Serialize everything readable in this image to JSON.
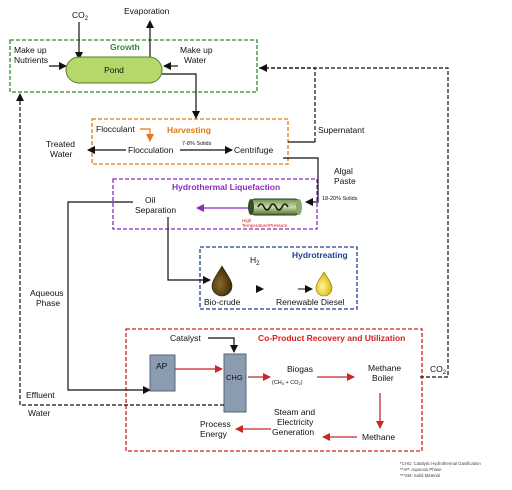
{
  "sections": {
    "growth": "Growth",
    "harvesting": "Harvesting",
    "htl": "Hydrothermal Liquefaction",
    "hydrotreating": "Hydrotreating",
    "coproduct": "Co-Product Recovery and Utilization"
  },
  "labels": {
    "co2_top": "CO",
    "co2_top_sub": "2",
    "evaporation": "Evaporation",
    "makeup_nutrients_1": "Make up",
    "makeup_nutrients_2": "Nutrients",
    "pond": "Pond",
    "makeup_water_1": "Make up",
    "makeup_water_2": "Water",
    "flocculant": "Flocculant",
    "solids_78": "7-8% Solids",
    "treated_water_1": "Treated",
    "treated_water_2": "Water",
    "flocculation": "Flocculation",
    "centrifuge": "Centrifuge",
    "supernatant": "Supernatant",
    "algal_paste_1": "Algal",
    "algal_paste_2": "Paste",
    "solids_1820": "18-20% Solids",
    "oil_sep_1": "Oil",
    "oil_sep_2": "Separation",
    "high_temp_1": "High",
    "high_temp_2": "Temperature/Pressure",
    "h2": "H",
    "h2_sub": "2",
    "biocrude": "Bio-crude",
    "renewable_diesel": "Renewable Diesel",
    "aqueous_1": "Aqueous",
    "aqueous_2": "Phase",
    "catalyst": "Catalyst",
    "ap": "AP",
    "chg": "CHG",
    "biogas": "Biogas",
    "biogas_sub": "(CH",
    "methane_boiler_1": "Methane",
    "methane_boiler_2": "Boiler",
    "co2_right": "CO",
    "co2_right_sub": "2",
    "effluent_1": "Effluent",
    "effluent_2": "Water",
    "steam_1": "Steam and",
    "steam_2": "Electricity",
    "steam_3": "Generation",
    "process_energy_1": "Process",
    "process_energy_2": "Energy",
    "methane": "Methane"
  },
  "footnotes": [
    "*CHG: Catalytic Hydrothermal Gasification",
    "**AP: Aqueous Phase",
    "***SM: Solid Material"
  ],
  "colors": {
    "growth": "#2e8b2e",
    "harvesting": "#e07a10",
    "htl": "#8a2bbf",
    "hydrotreating": "#1f3f8f",
    "coproduct": "#d42020",
    "pond_fill": "#b5d86a",
    "box_fill": "#8c9cb0"
  }
}
